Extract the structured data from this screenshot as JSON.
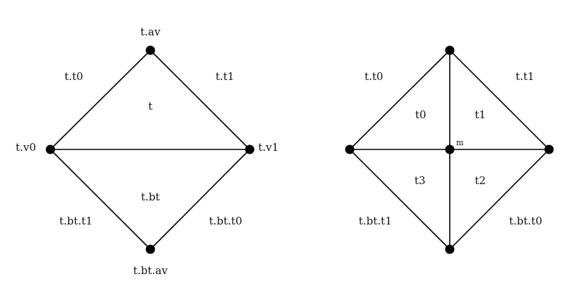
{
  "left_diagram": {
    "vertex_labels": {
      "apex": "t.av",
      "left": "t.v0",
      "right": "t.v1",
      "bottom": "t.bt.av"
    },
    "edge_labels": {
      "top_left": "t.t0",
      "top_right": "t.t1",
      "bottom_left": "t.bt.t1",
      "bottom_right": "t.bt.t0"
    },
    "triangle_labels": {
      "upper": "t",
      "lower": "t.bt"
    }
  },
  "right_diagram": {
    "center_label": "m",
    "edge_labels": {
      "top_left": "t.t0",
      "top_right": "t.t1",
      "bottom_left": "t.bt.t1",
      "bottom_right": "t.bt.t0"
    },
    "triangle_labels": {
      "upper_left": "t0",
      "upper_right": "t1",
      "lower_right": "t2",
      "lower_left": "t3"
    }
  }
}
